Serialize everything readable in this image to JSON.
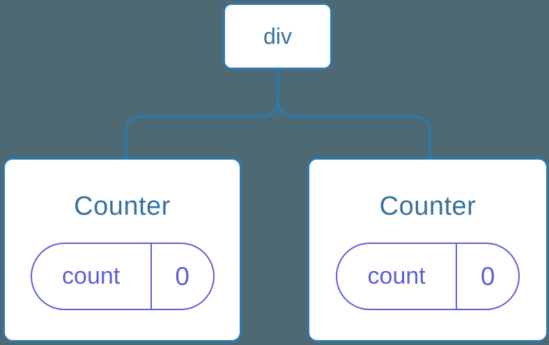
{
  "diagram": {
    "description": "component-tree",
    "root": {
      "label": "div"
    },
    "children": [
      {
        "title": "Counter",
        "state": {
          "key": "count",
          "value": "0"
        }
      },
      {
        "title": "Counter",
        "state": {
          "key": "count",
          "value": "0"
        }
      }
    ]
  },
  "colors": {
    "background": "#4D6973",
    "line_blue": "#2E79AD",
    "text_blue": "#35719E",
    "state_purple": "#5B5FD5",
    "card_background": "#FFFFFF"
  }
}
